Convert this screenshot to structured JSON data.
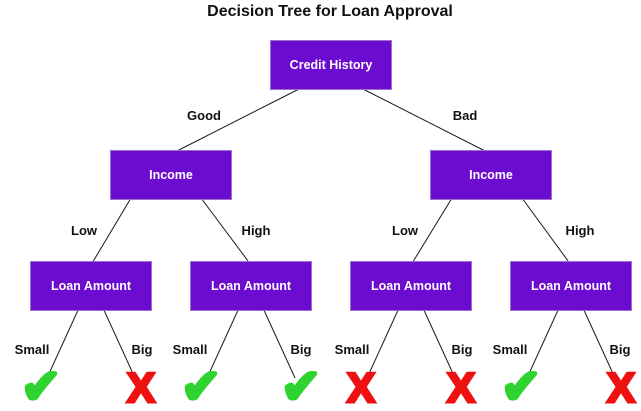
{
  "title": "Decision Tree for Loan Approval",
  "nodes": {
    "root": "Credit History",
    "income_left": "Income",
    "income_right": "Income",
    "loan_1": "Loan Amount",
    "loan_2": "Loan Amount",
    "loan_3": "Loan Amount",
    "loan_4": "Loan Amount"
  },
  "edge_labels": {
    "good": "Good",
    "bad": "Bad",
    "low_left": "Low",
    "high_left": "High",
    "low_right": "Low",
    "high_right": "High",
    "small_1": "Small",
    "big_1": "Big",
    "small_2": "Small",
    "big_2": "Big",
    "small_3": "Small",
    "big_3": "Big",
    "small_4": "Small",
    "big_4": "Big"
  },
  "leaves": [
    {
      "icon": "check-icon",
      "glyph": "✔",
      "outcome": "approve"
    },
    {
      "icon": "cross-icon",
      "glyph": "X",
      "outcome": "deny"
    },
    {
      "icon": "check-icon",
      "glyph": "✔",
      "outcome": "approve"
    },
    {
      "icon": "check-icon",
      "glyph": "✔",
      "outcome": "approve"
    },
    {
      "icon": "cross-icon",
      "glyph": "X",
      "outcome": "deny"
    },
    {
      "icon": "cross-icon",
      "glyph": "X",
      "outcome": "deny"
    },
    {
      "icon": "check-icon",
      "glyph": "✔",
      "outcome": "approve"
    },
    {
      "icon": "cross-icon",
      "glyph": "X",
      "outcome": "deny"
    }
  ],
  "colors": {
    "node_fill": "#6D0CD1",
    "node_border": "#9C6FD3",
    "node_text": "#FFFFFF",
    "check_green": "#2FD32F",
    "cross_red": "#EE1111",
    "edge_line": "#1A1A1A",
    "background": "#FFFFFF"
  }
}
